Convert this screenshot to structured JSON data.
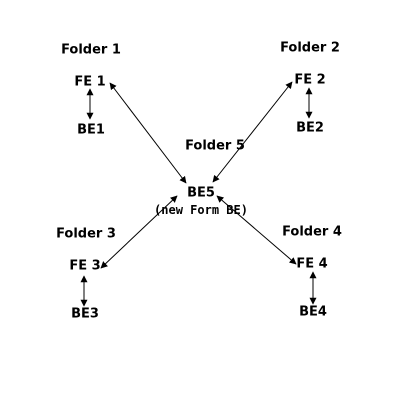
{
  "folders": {
    "f1": "Folder 1",
    "f2": "Folder 2",
    "f3": "Folder 3",
    "f4": "Folder 4",
    "f5": "Folder 5"
  },
  "nodes": {
    "fe1": "FE 1",
    "fe2": "FE 2",
    "fe3": "FE 3",
    "fe4": "FE 4",
    "be1": "BE1",
    "be2": "BE2",
    "be3": "BE3",
    "be4": "BE4",
    "be5": "BE5",
    "be5_note": "(new Form BE)"
  },
  "colors": {
    "line": "#000000",
    "text": "#000000",
    "background": "#ffffff"
  }
}
